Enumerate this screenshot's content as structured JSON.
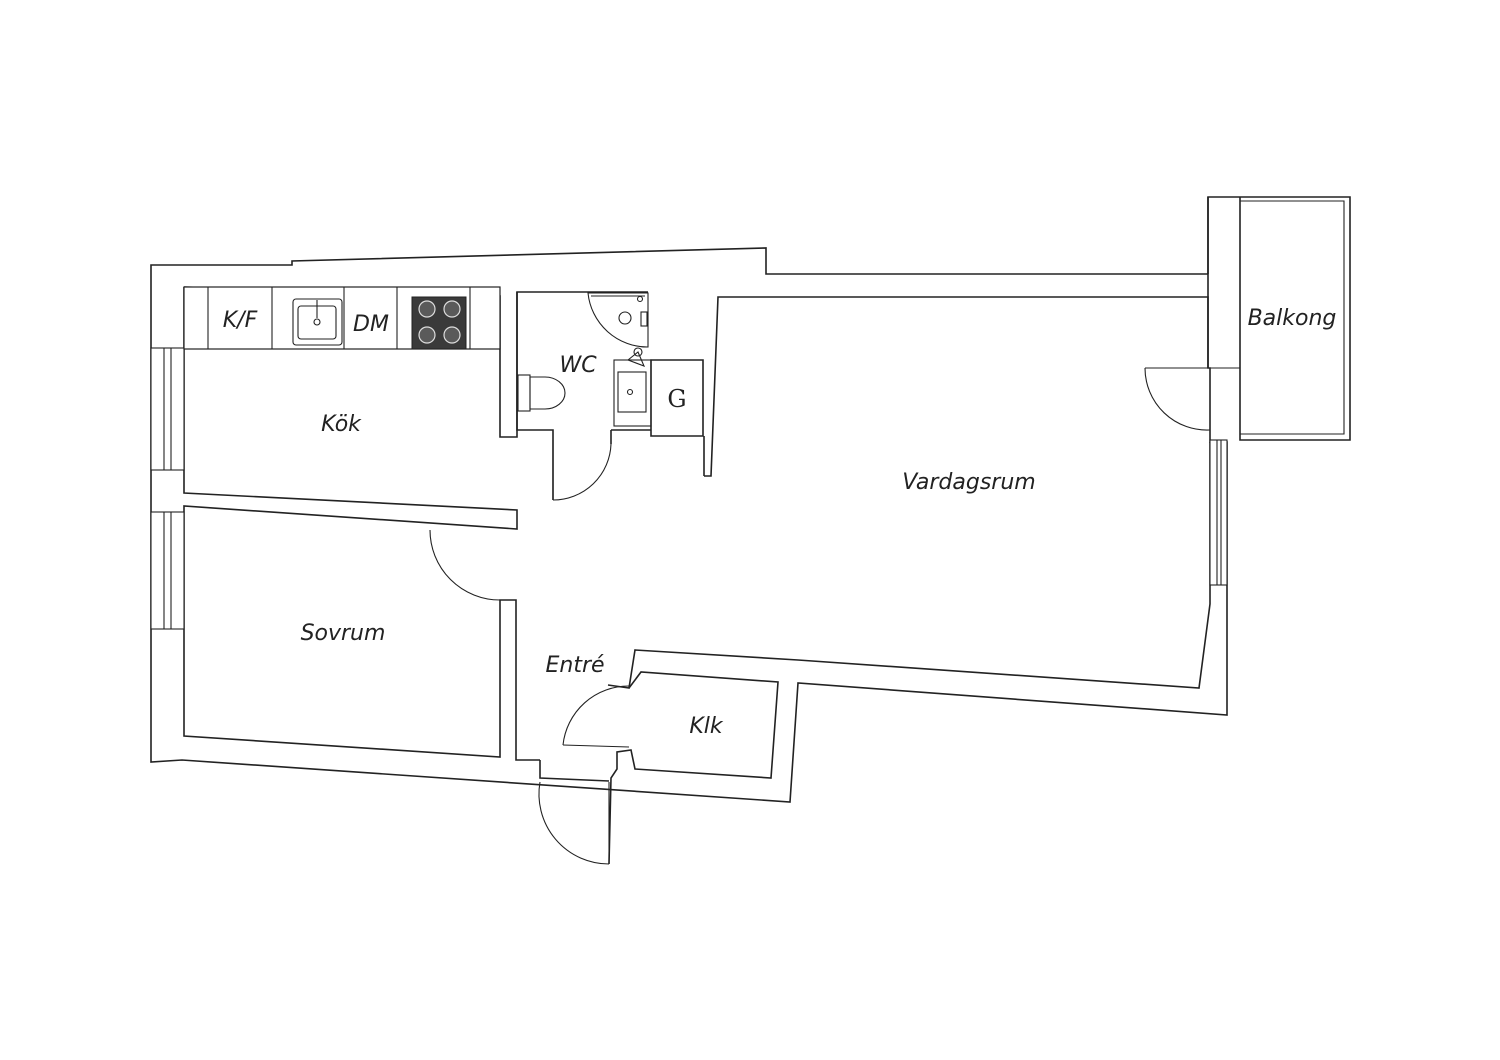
{
  "rooms": {
    "kok": "Kök",
    "sovrum": "Sovrum",
    "vardagsrum": "Vardagsrum",
    "balkong": "Balkong",
    "wc": "WC",
    "entre": "Entré",
    "klk": "Klk"
  },
  "fixtures": {
    "kf": "K/F",
    "dm": "DM",
    "g": "G"
  },
  "icons": [
    "sink-icon",
    "stove-icon",
    "toilet-icon",
    "shower-icon",
    "washbasin-icon"
  ],
  "colors": {
    "line": "#222222",
    "stove": "#3a3a3a",
    "background": "#ffffff"
  }
}
